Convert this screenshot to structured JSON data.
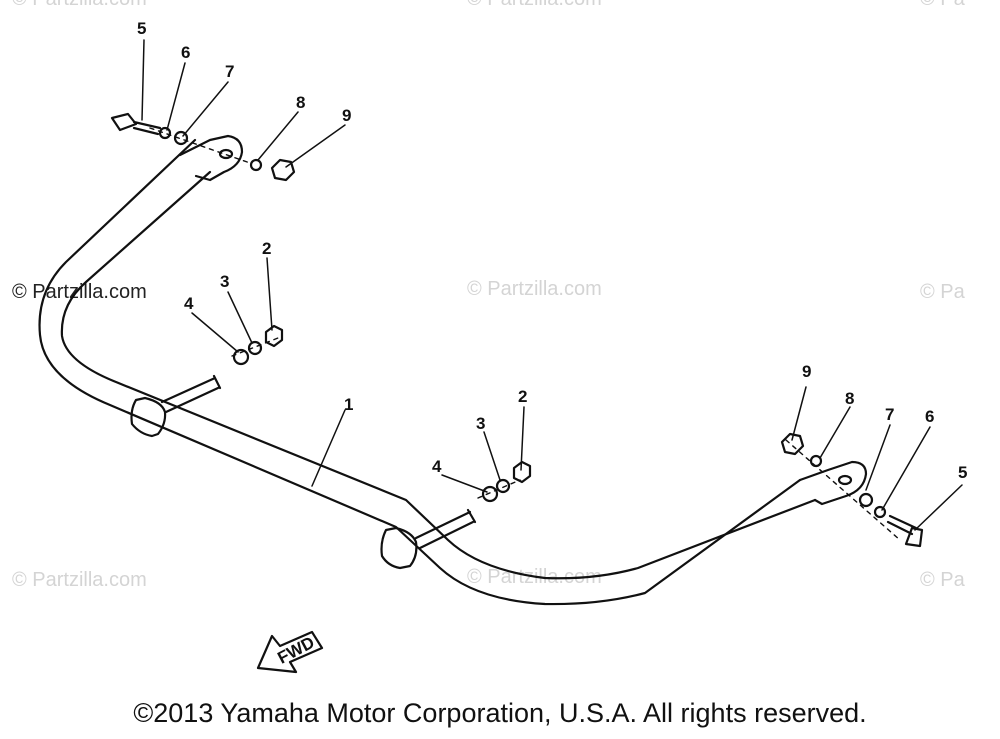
{
  "watermarks": {
    "main": "© Partzilla.com",
    "top_left": "© Partzilla.com",
    "top_center": "© Partzilla.com",
    "top_right": "© Pa",
    "mid_center": "© Partzilla.com",
    "mid_right": "© Pa",
    "bottom_left": "© Partzilla.com",
    "bottom_center": "© Partzilla.com",
    "bottom_right": "© Pa"
  },
  "callouts": {
    "left_5": "5",
    "left_6": "6",
    "left_7": "7",
    "left_8": "8",
    "left_9": "9",
    "mid_2": "2",
    "mid_3": "3",
    "mid_4": "4",
    "bar_1": "1",
    "low_2": "2",
    "low_3": "3",
    "low_4": "4",
    "right_9": "9",
    "right_8": "8",
    "right_7": "7",
    "right_6": "6",
    "right_5": "5"
  },
  "fwd_label": "FWD",
  "copyright": "©2013 Yamaha Motor Corporation, U.S.A. All rights reserved.",
  "colors": {
    "ink": "#111111",
    "watermark": "#d4d4d4",
    "background": "#ffffff"
  }
}
